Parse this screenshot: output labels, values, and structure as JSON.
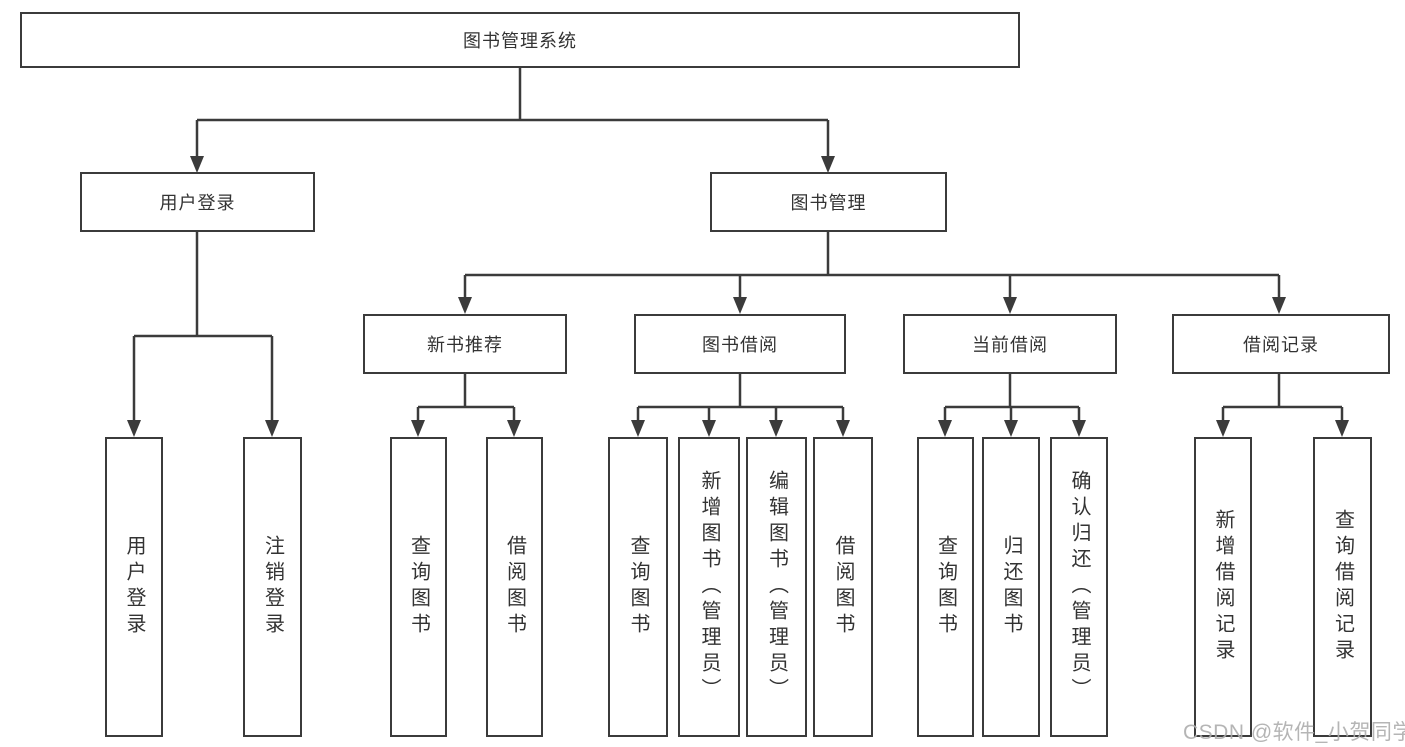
{
  "diagram": {
    "title": "图书管理系统",
    "nodes": {
      "root": "图书管理系统",
      "user_login": "用户登录",
      "book_management": "图书管理",
      "new_book_recommend": "新书推荐",
      "book_borrow": "图书借阅",
      "current_borrow": "当前借阅",
      "borrow_records": "借阅记录",
      "leaf_user_login": "用户登录",
      "leaf_logout": "注销登录",
      "leaf_nb_query_book": "查询图书",
      "leaf_nb_borrow_book": "借阅图书",
      "leaf_bb_query_book": "查询图书",
      "leaf_bb_add_book": "新增图书（管理员）",
      "leaf_bb_edit_book": "编辑图书（管理员）",
      "leaf_bb_borrow_book": "借阅图书",
      "leaf_cb_query_book": "查询图书",
      "leaf_cb_return_book": "归还图书",
      "leaf_cb_confirm_return": "确认归还（管理员）",
      "leaf_br_add_record": "新增借阅记录",
      "leaf_br_query_record": "查询借阅记录"
    },
    "hierarchy": [
      {
        "parent": "图书管理系统",
        "children": [
          "用户登录",
          "图书管理"
        ]
      },
      {
        "parent": "用户登录",
        "children": [
          "用户登录",
          "注销登录"
        ]
      },
      {
        "parent": "图书管理",
        "children": [
          "新书推荐",
          "图书借阅",
          "当前借阅",
          "借阅记录"
        ]
      },
      {
        "parent": "新书推荐",
        "children": [
          "查询图书",
          "借阅图书"
        ]
      },
      {
        "parent": "图书借阅",
        "children": [
          "查询图书",
          "新增图书（管理员）",
          "编辑图书（管理员）",
          "借阅图书"
        ]
      },
      {
        "parent": "当前借阅",
        "children": [
          "查询图书",
          "归还图书",
          "确认归还（管理员）"
        ]
      },
      {
        "parent": "借阅记录",
        "children": [
          "新增借阅记录",
          "查询借阅记录"
        ]
      }
    ],
    "colors": {
      "line": "#3b3b3b",
      "box_border": "#3b3b3b",
      "text": "#333333",
      "background": "#ffffff",
      "watermark": "#adadad"
    }
  },
  "watermark": {
    "text": "CSDN @软件_小贺同学"
  }
}
